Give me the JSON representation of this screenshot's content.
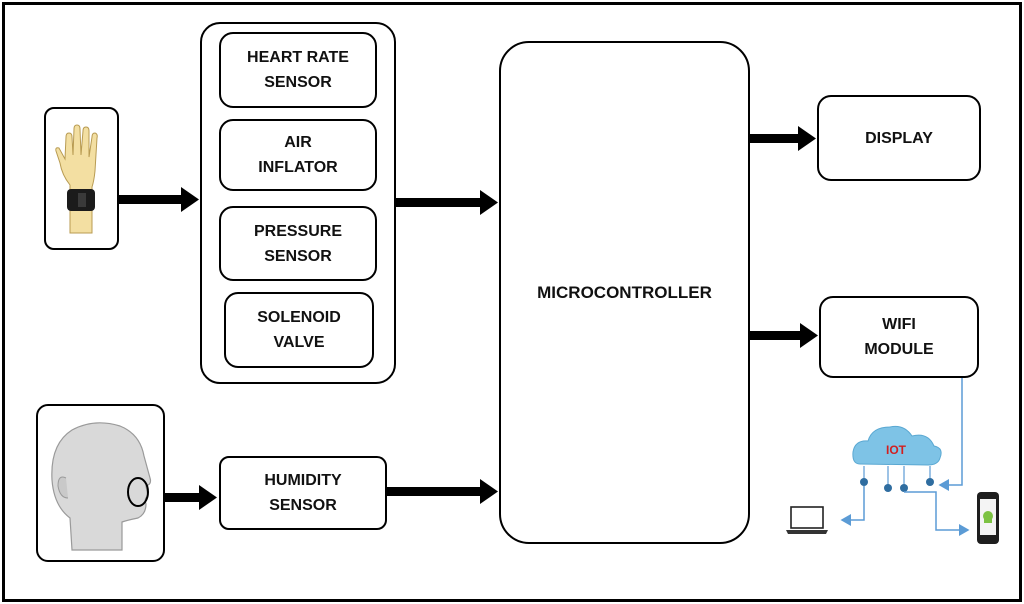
{
  "blocks": {
    "heart_rate_sensor": "HEART RATE\nSENSOR",
    "air_inflator": "AIR\nINFLATOR",
    "pressure_sensor": "PRESSURE\nSENSOR",
    "solenoid_valve": "SOLENOID\nVALVE",
    "humidity_sensor": "HUMIDITY\nSENSOR",
    "microcontroller": "MICROCONTROLLER",
    "display": "DISPLAY",
    "wifi_module": "WIFI\nMODULE"
  },
  "iot": {
    "label": "IOT"
  },
  "colors": {
    "line": "#000000",
    "iot_link": "#5b9bd5",
    "cloud": "#7ec3e6",
    "iot_text": "#d21f1f",
    "skin_head": "#d9d9d9",
    "skin_hand": "#f3dfa2"
  },
  "icons": [
    "hand-with-wrist-cuff-icon",
    "human-head-icon",
    "cloud-icon",
    "laptop-icon",
    "android-phone-icon"
  ]
}
